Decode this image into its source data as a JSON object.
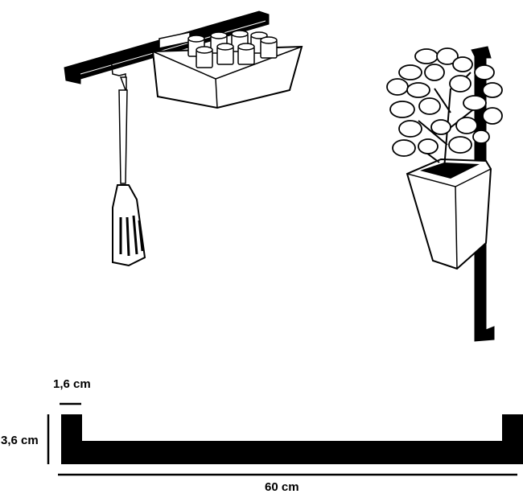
{
  "dimensions": {
    "width_label": "1,6 cm",
    "height_label": "3,6 cm",
    "length_label": "60 cm"
  },
  "colors": {
    "ink": "#000000",
    "paper": "#ffffff"
  }
}
